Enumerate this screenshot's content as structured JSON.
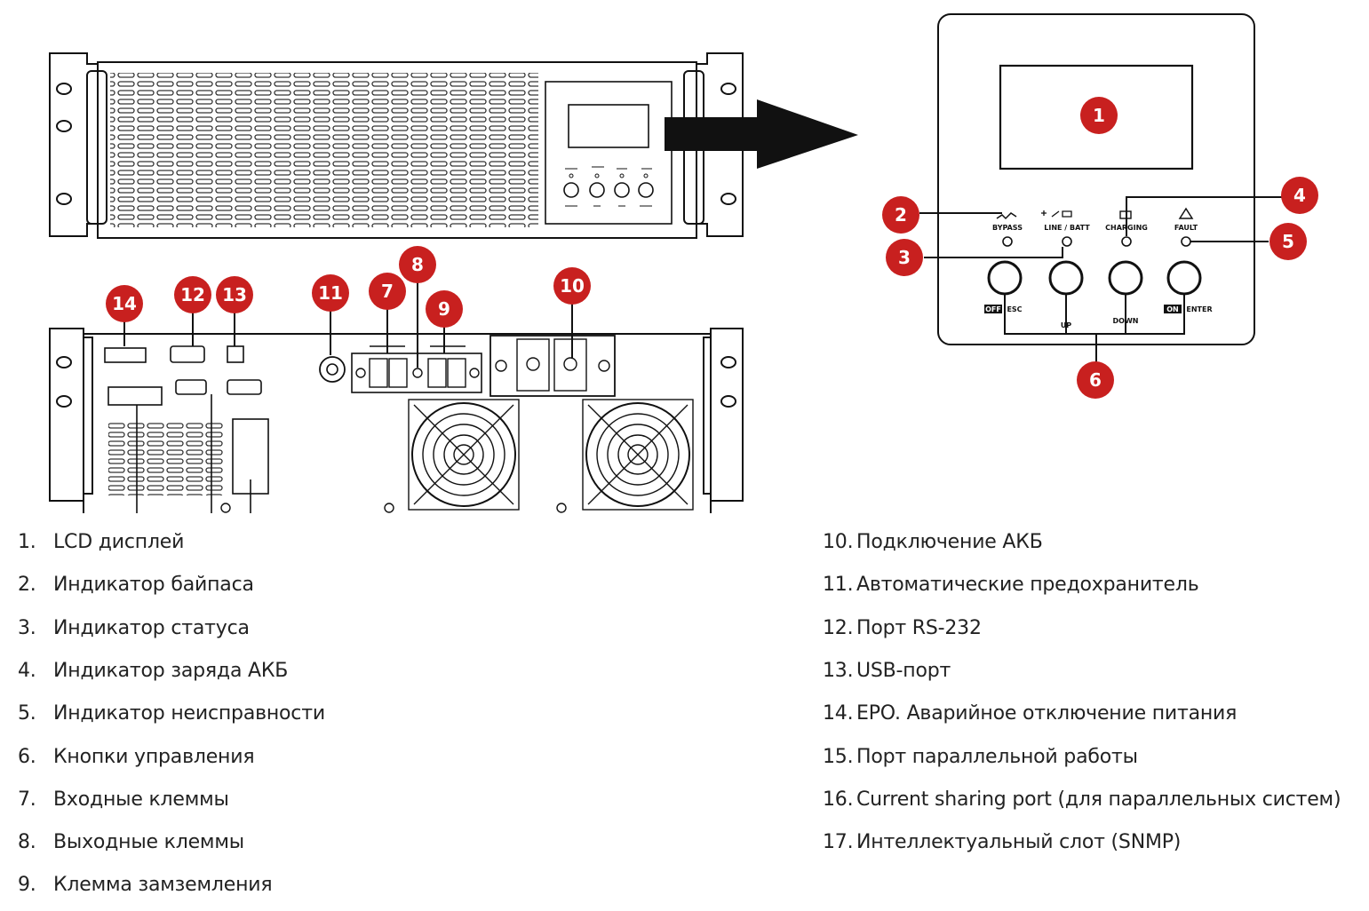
{
  "colors": {
    "badge": "#c8201f",
    "line": "#111111",
    "text": "#222222"
  },
  "panel": {
    "ind_bypass": "BYPASS",
    "ind_line_batt": "LINE / BATT",
    "ind_charging": "CHARGING",
    "ind_fault": "FAULT",
    "btn_off": "OFF",
    "btn_esc": "ESC",
    "btn_up": "UP",
    "btn_down": "DOWN",
    "btn_on": "ON",
    "btn_enter": "ENTER"
  },
  "callouts": [
    "1",
    "2",
    "3",
    "4",
    "5",
    "6",
    "7",
    "8",
    "9",
    "10",
    "11",
    "12",
    "13",
    "14"
  ],
  "legend": [
    {
      "num": "1.",
      "text": "LCD дисплей"
    },
    {
      "num": "2.",
      "text": "Индикатор байпаса"
    },
    {
      "num": "3.",
      "text": "Индикатор статуса"
    },
    {
      "num": "4.",
      "text": "Индикатор заряда АКБ"
    },
    {
      "num": "5.",
      "text": "Индикатор неисправности"
    },
    {
      "num": "6.",
      "text": "Кнопки управления"
    },
    {
      "num": "7.",
      "text": "Входные клеммы"
    },
    {
      "num": "8.",
      "text": "Выходные клеммы"
    },
    {
      "num": "9.",
      "text": "Клемма замземления"
    },
    {
      "num": "10.",
      "text": "Подключение АКБ"
    },
    {
      "num": "11.",
      "text": "Автоматические предохранитель"
    },
    {
      "num": "12.",
      "text": "Порт RS-232"
    },
    {
      "num": "13.",
      "text": "USB-порт"
    },
    {
      "num": "14.",
      "text": "EPO. Аварийное отключение питания"
    },
    {
      "num": "15.",
      "text": "Порт параллельной работы"
    },
    {
      "num": "16.",
      "text": "Current sharing port (для параллельных систем)"
    },
    {
      "num": "17.",
      "text": "Интеллектуальный слот (SNMP)"
    }
  ]
}
